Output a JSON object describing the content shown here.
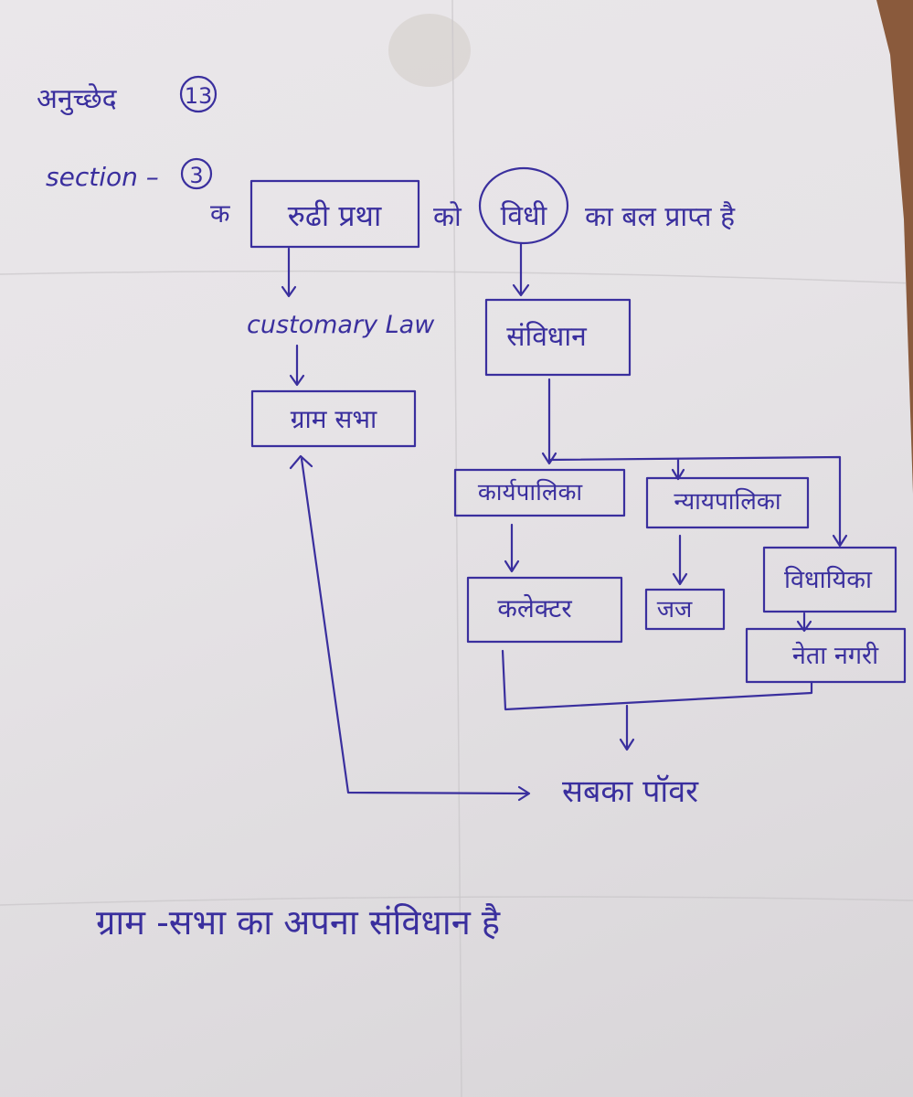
{
  "heading": {
    "anuchchhed": "अनुच्छेद",
    "article_number": "13"
  },
  "section": {
    "label": "section –",
    "number": "3"
  },
  "top_line": {
    "ka": "क",
    "rudhi_pratha": "रुढी प्रथा",
    "ko": "को",
    "vidhi": "विधी",
    "rest": "का बल प्राप्त है"
  },
  "nodes": {
    "customary_law": "customary Law",
    "gram_sabha": "ग्राम सभा",
    "samvidhan": "संविधान",
    "karyapalika": "कार्यपालिका",
    "nyayapalika": "न्यायपालिका",
    "vidhayika": "विधायिका",
    "collector": "कलेक्टर",
    "judge": "जज",
    "neta_nagri": "नेता नगरी",
    "sabka_power": "सबका पॉवर"
  },
  "footer": "ग्राम -सभा का अपना संविधान है",
  "colors": {
    "ink": "#3a2f9e",
    "paper": "#e6e3e6",
    "background": "#8a5a3c"
  }
}
